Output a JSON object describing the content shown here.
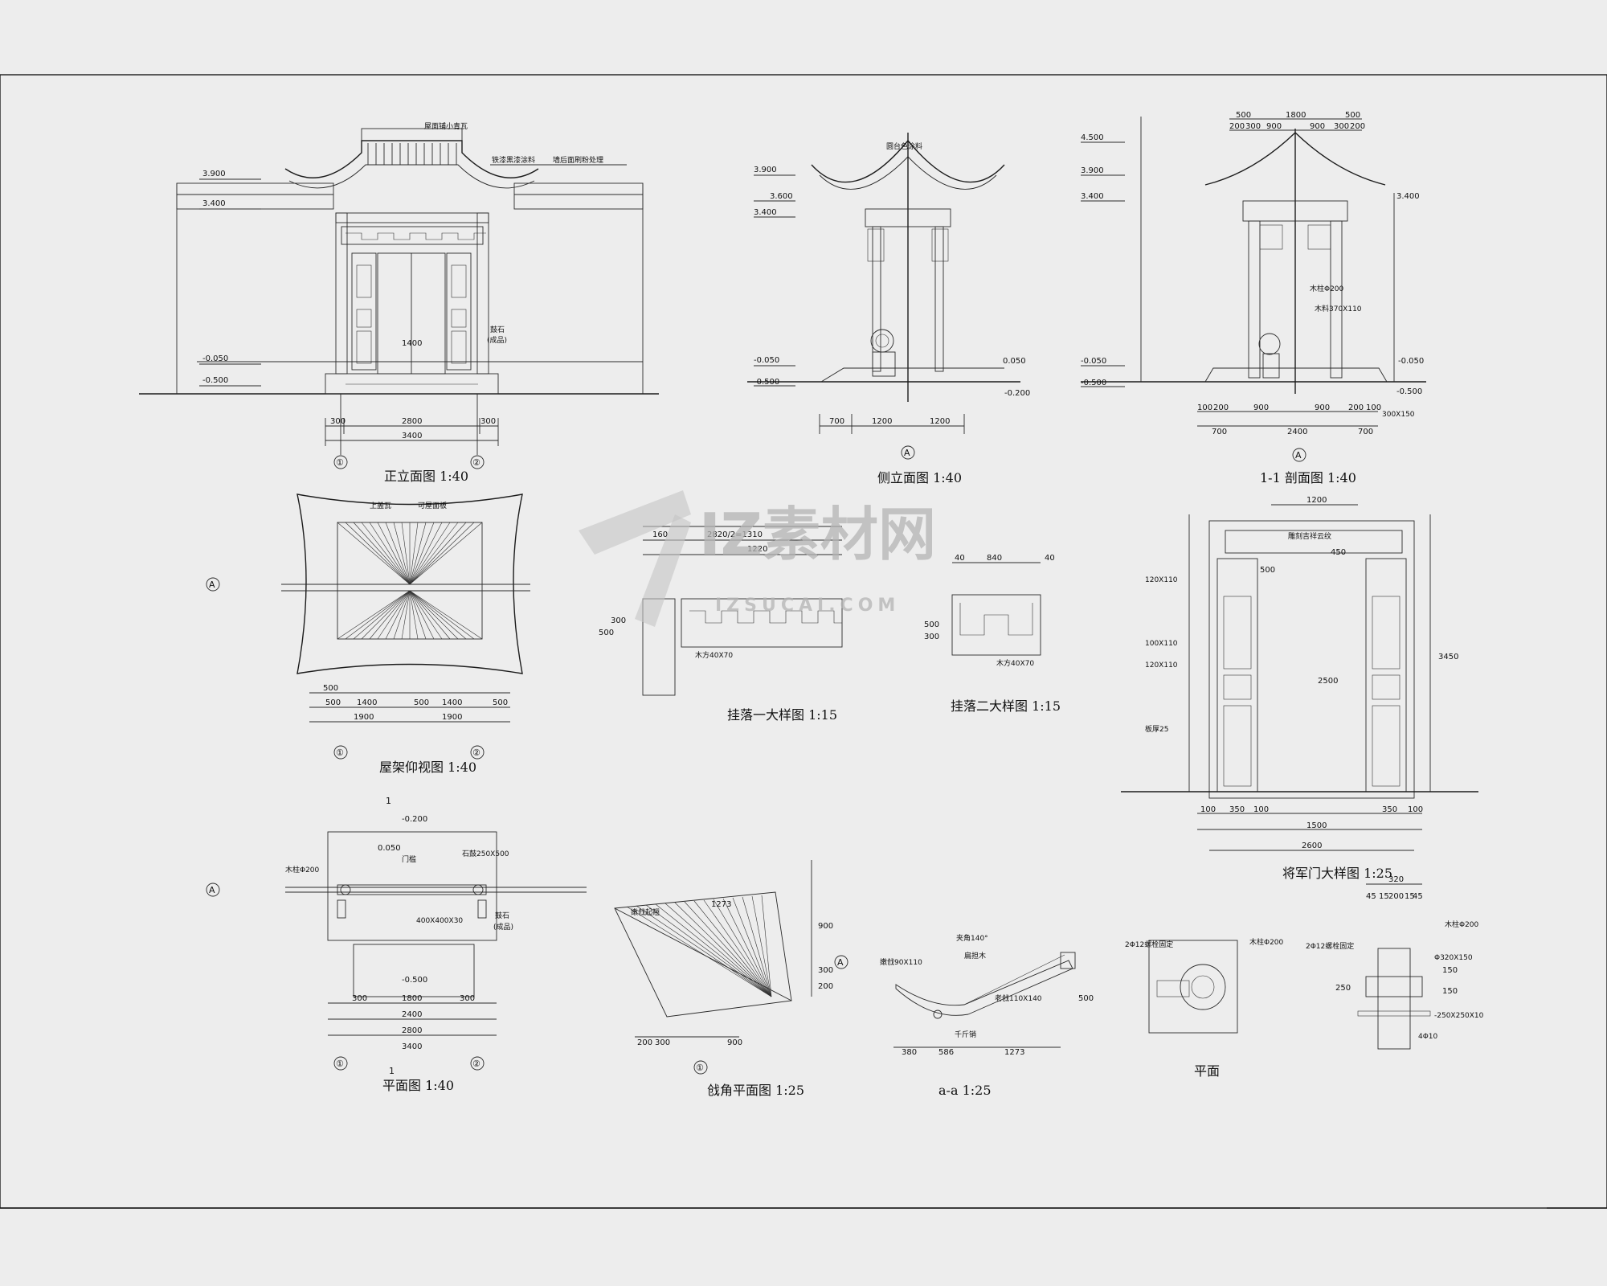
{
  "views": {
    "front_elevation": {
      "title": "正立面图 1:40",
      "dims": [
        "300",
        "2800",
        "300",
        "3400",
        "1400"
      ],
      "levels": [
        "3.900",
        "3.400",
        "-0.050",
        "-0.500"
      ],
      "notes": [
        "屋面铺小青瓦",
        "铁漆黑漆涂料",
        "墙后面刷粉处理",
        "鼓石",
        "(成品)"
      ],
      "axes": [
        "①",
        "②"
      ]
    },
    "side_elevation": {
      "title": "侧立面图 1:40",
      "dims": [
        "700",
        "1200",
        "1200"
      ],
      "levels": [
        "3.900",
        "3.600",
        "3.400",
        "-0.050",
        "-0.500",
        "0.050",
        "-0.200"
      ],
      "notes": [
        "圆台色涂料"
      ],
      "axes": [
        "A"
      ]
    },
    "section_1_1": {
      "title": "1-1 剖面图 1:40",
      "dims_top": [
        "500",
        "1800",
        "500",
        "200",
        "300",
        "900",
        "900",
        "300",
        "200"
      ],
      "dims_bottom": [
        "100",
        "200",
        "900",
        "900",
        "200",
        "100",
        "700",
        "2400",
        "700"
      ],
      "levels": [
        "4.500",
        "3.900",
        "3.400",
        "-0.050",
        "-0.500",
        "3.400",
        "-0.050",
        "-0.500"
      ],
      "notes": [
        "木柱Φ200",
        "木料370X110",
        "300X150"
      ],
      "axes": [
        "A"
      ]
    },
    "roof_plan": {
      "title": "屋架仰视图 1:40",
      "dims": [
        "500",
        "1400",
        "500",
        "500",
        "1400",
        "500",
        "1900",
        "1900"
      ],
      "notes": [
        "上盖瓦",
        "可屋面板"
      ],
      "axes": [
        "①",
        "②",
        "A"
      ]
    },
    "detail_1": {
      "title": "挂落一大样图 1:15",
      "dims": [
        "2820/2=1310",
        "1220",
        "160",
        "300",
        "500"
      ],
      "notes": [
        "木方40X70"
      ]
    },
    "detail_2": {
      "title": "挂落二大样图 1:15",
      "dims": [
        "840",
        "40",
        "40",
        "500",
        "300"
      ],
      "notes": [
        "木方40X70"
      ]
    },
    "general_door": {
      "title": "将军门大样图 1:25",
      "dims": [
        "1200",
        "450",
        "500",
        "2500",
        "3450",
        "100",
        "350",
        "100",
        "1500",
        "350",
        "100",
        "2600"
      ],
      "notes": [
        "120X110",
        "100X110",
        "120X110",
        "板厚25",
        "雕刻吉祥云纹"
      ]
    },
    "plan": {
      "title": "平面图 1:40",
      "dims": [
        "300",
        "1800",
        "300",
        "2400",
        "2800",
        "3400"
      ],
      "levels": [
        "-0.200",
        "-0.500",
        "0.050"
      ],
      "notes": [
        "木柱Φ200",
        "石鼓250X500",
        "门槛",
        "鼓石",
        "(成品)",
        "400X400X30"
      ],
      "axes": [
        "①",
        "②",
        "A",
        "1",
        "1"
      ]
    },
    "corner_plan": {
      "title": "戗角平面图 1:25",
      "dims": [
        "1273",
        "200",
        "300",
        "900",
        "900",
        "300",
        "200"
      ],
      "notes": [
        "嫩戗起翘"
      ],
      "axes": [
        "①",
        "A"
      ]
    },
    "section_a_a": {
      "title": "a-a 1:25",
      "dims": [
        "380",
        "586",
        "1273",
        "500"
      ],
      "notes": [
        "夹角140°",
        "扁担木",
        "老戗110X140",
        "嫩戗90X110",
        "千斤销"
      ]
    },
    "column_plan": {
      "title": "平面",
      "dims": [
        "320",
        "45",
        "15",
        "200",
        "15",
        "45",
        "150",
        "250",
        "150"
      ],
      "notes": [
        "木柱Φ200",
        "2Φ12螺栓固定",
        "-250X250X10",
        "Φ320X150",
        "4Φ10"
      ]
    }
  },
  "watermark": {
    "main": "IZ素材网",
    "sub": "IZSUCAI.COM"
  },
  "colors": {
    "paper": "#ededed",
    "ink": "#1c1c1c",
    "watermark": "#b4b4b4"
  }
}
